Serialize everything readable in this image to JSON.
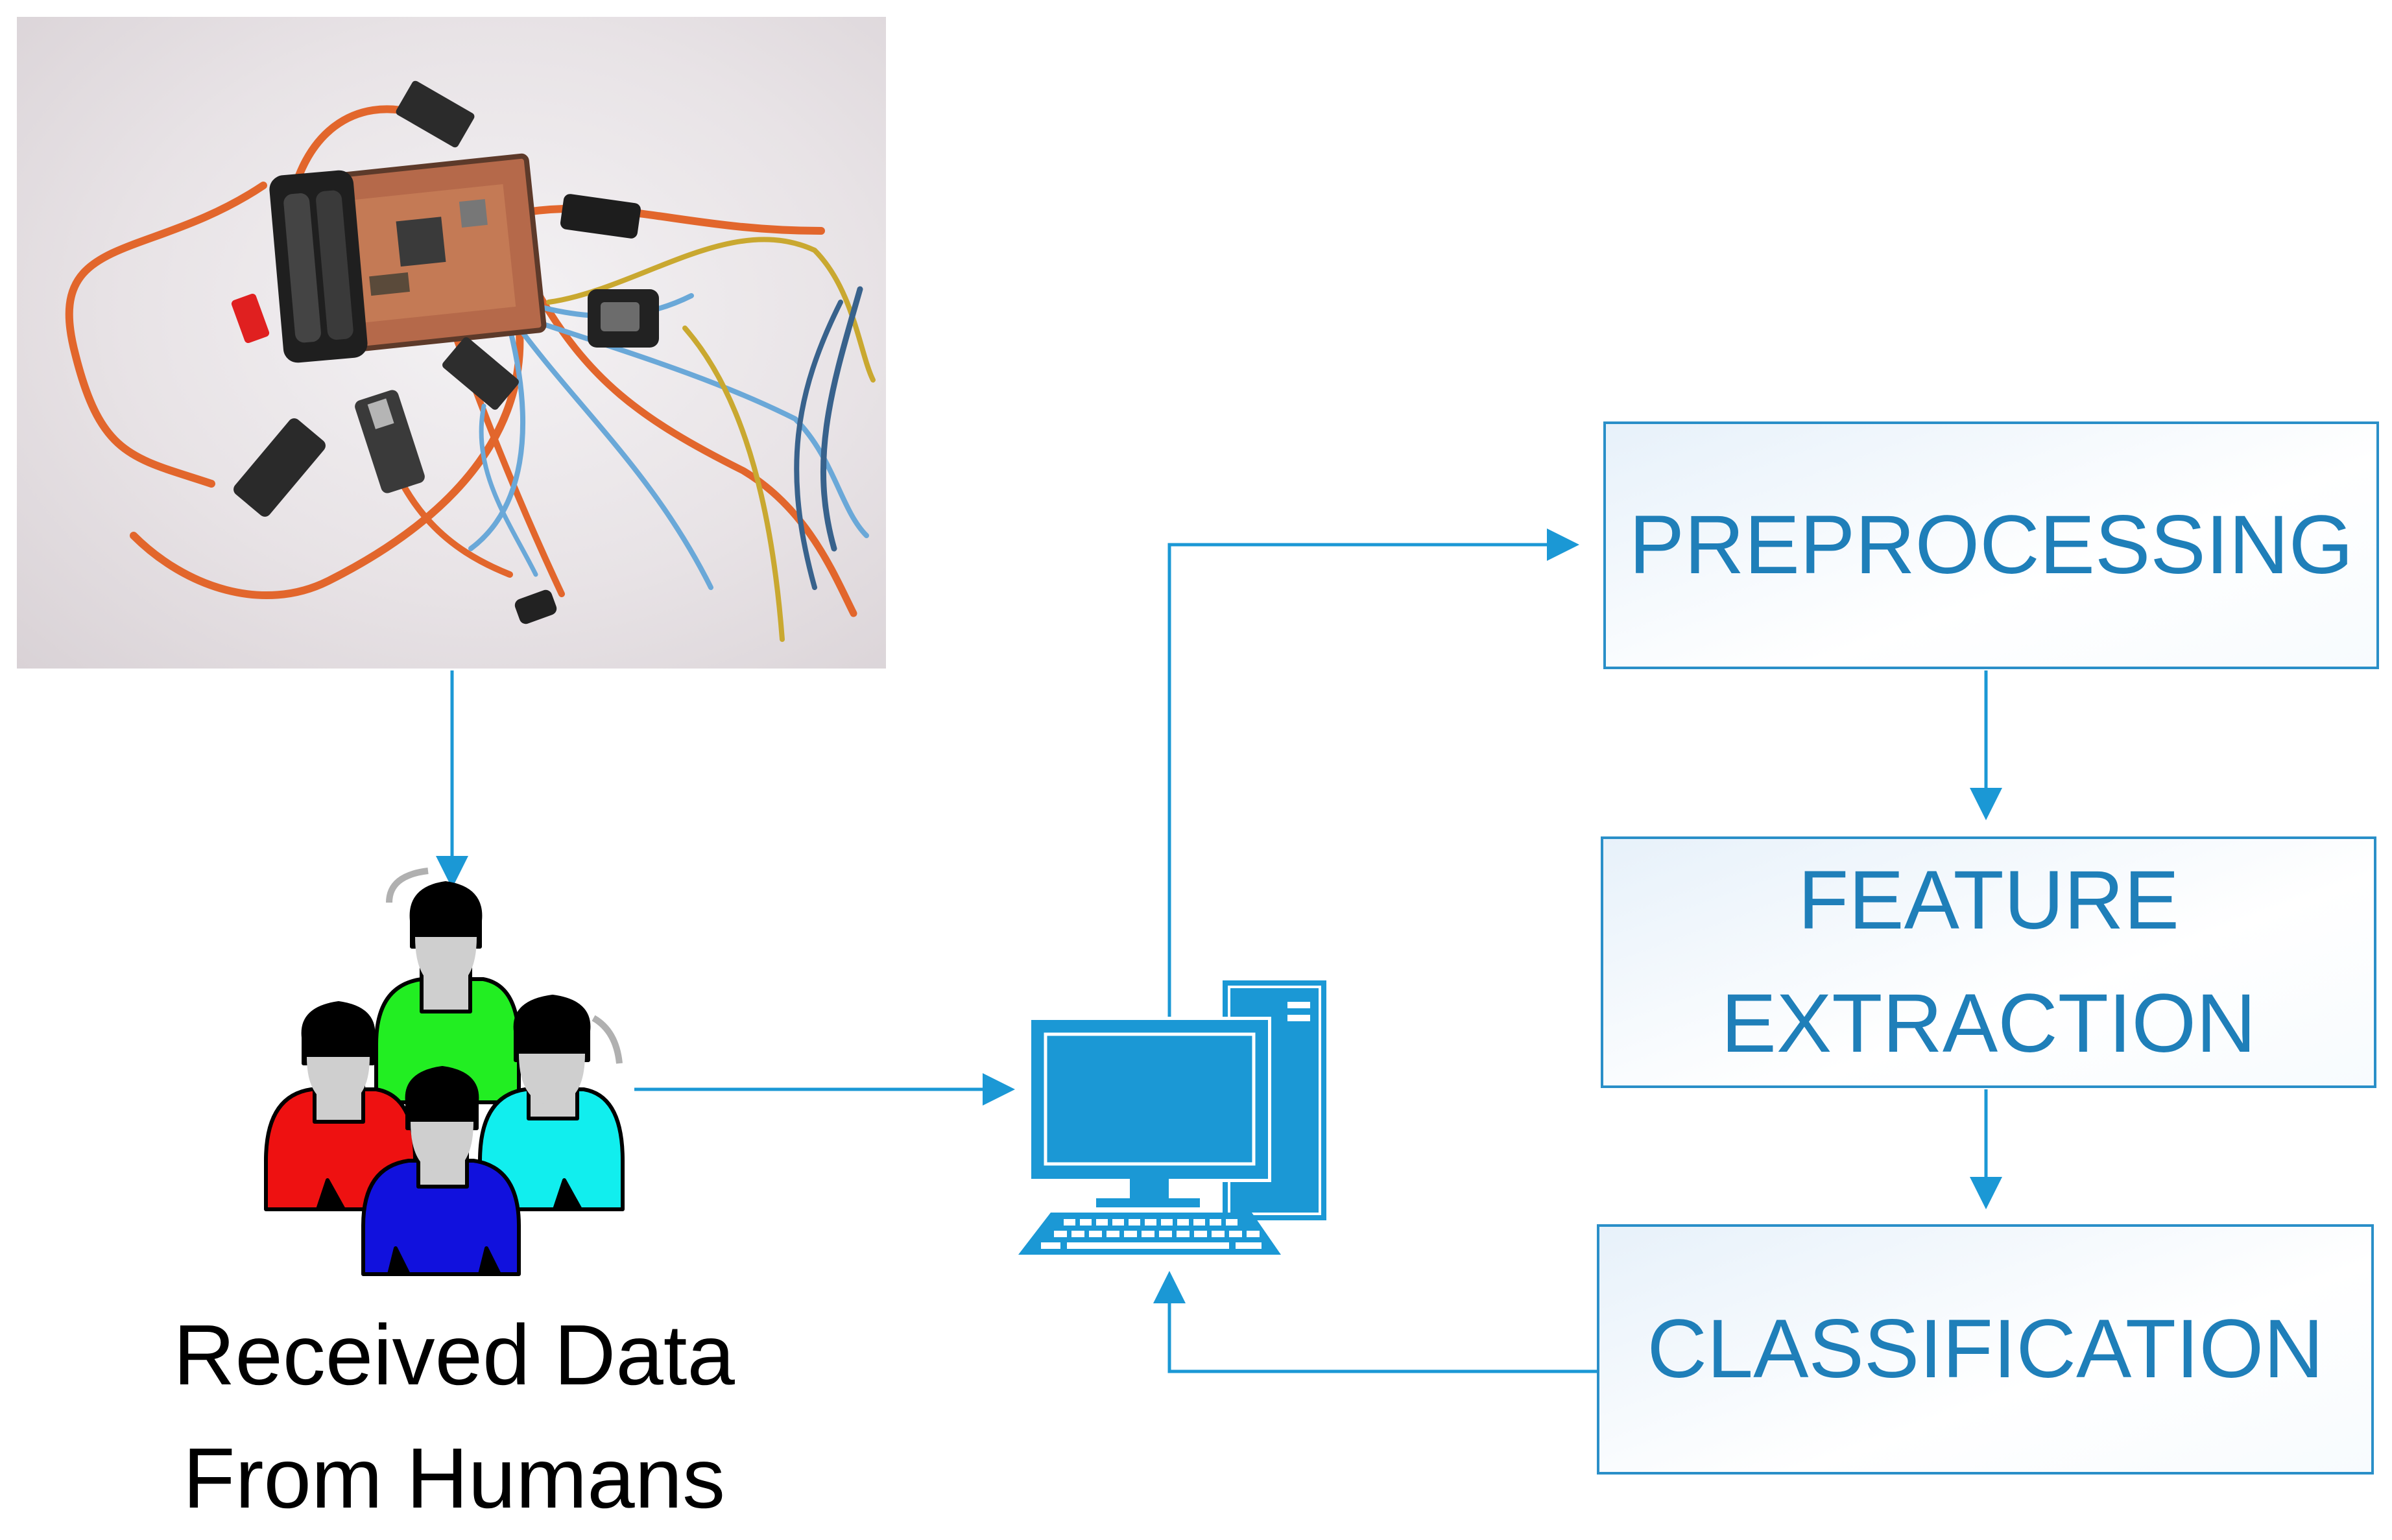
{
  "caption": {
    "line1": "Received Data",
    "line2": "From Humans"
  },
  "stages": [
    {
      "lines": [
        "PREPROCESSING"
      ]
    },
    {
      "lines": [
        "FEATURE",
        "EXTRACTION"
      ]
    },
    {
      "lines": [
        "CLASSIFICATION"
      ]
    }
  ],
  "colors": {
    "accent": "#1b98d5",
    "box_text": "#1f7fb9",
    "box_border": "#2a8fc8",
    "person_colors": [
      "#22ee22",
      "#ee1111",
      "#11eeee",
      "#1111dd"
    ]
  },
  "icons": [
    "sensor-hardware-photo",
    "group-of-people-icon",
    "desktop-computer-icon"
  ]
}
